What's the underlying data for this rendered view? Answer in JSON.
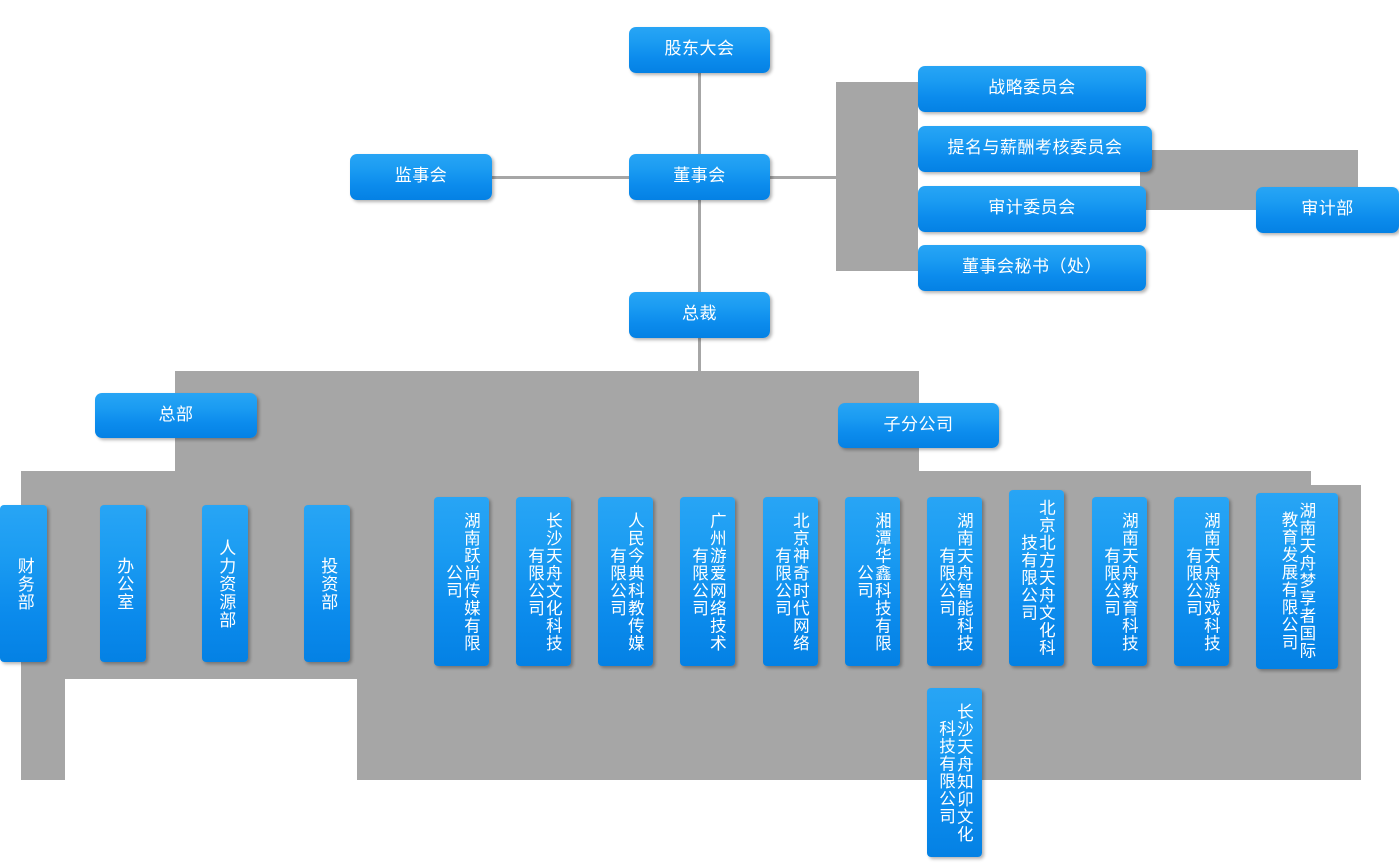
{
  "colors": {
    "node_blue_light": "#28a5f5",
    "node_blue_dark": "#0481e4",
    "backdrop_gray": "#a6a6a6",
    "connector_gray": "#a6a6a6",
    "node_text": "#ffffff"
  },
  "governance": {
    "shareholders_meeting": "股东大会",
    "board_of_directors": "董事会",
    "supervisory_board": "监事会",
    "president": "总裁",
    "audit_department": "审计部"
  },
  "committees": [
    {
      "label": "战略委员会"
    },
    {
      "label": "提名与薪酬考核委员会"
    },
    {
      "label": "审计委员会"
    },
    {
      "label": "董事会秘书（处）"
    }
  ],
  "divisions": {
    "headquarters": "总部",
    "subsidiaries": "子分公司"
  },
  "hq_departments": [
    {
      "label": "财务部"
    },
    {
      "label": "办公室"
    },
    {
      "label": "人力资源部"
    },
    {
      "label": "投资部"
    }
  ],
  "subsidiary_companies": [
    {
      "label": "湖南跃尚传媒有限公司"
    },
    {
      "label": "长沙天舟文化科技有限公司"
    },
    {
      "label": "人民今典科教传媒有限公司"
    },
    {
      "label": "广州游爱网络技术有限公司"
    },
    {
      "label": "北京神奇时代网络有限公司"
    },
    {
      "label": "湘潭华鑫科技有限公司"
    },
    {
      "label": "湖南天舟智能科技有限公司"
    },
    {
      "label": "北京北方天舟文化科技有限公司"
    },
    {
      "label": "湖南天舟教育科技有限公司"
    },
    {
      "label": "湖南天舟游戏科技有限公司"
    },
    {
      "label": "湖南天舟梦享者国际教育发展有限公司"
    }
  ],
  "subsidiary_companies_row2": [
    {
      "label": "长沙天舟知卯文化科技有限公司"
    }
  ]
}
